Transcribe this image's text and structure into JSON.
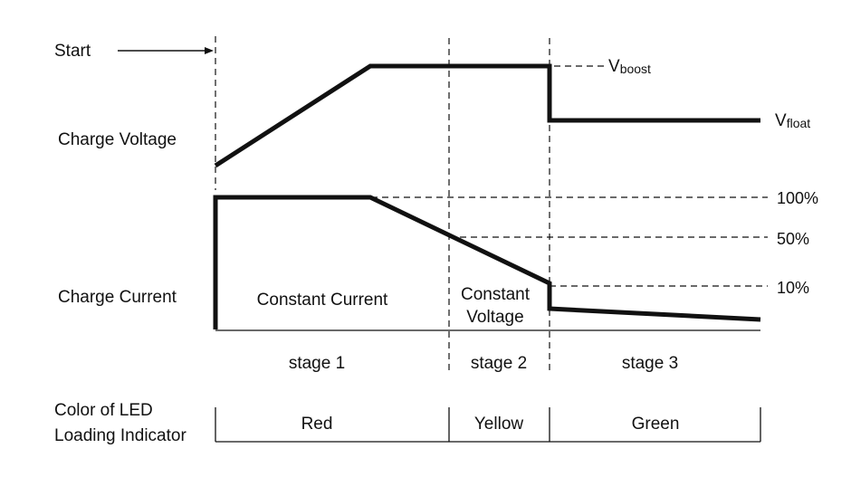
{
  "labels": {
    "start": "Start",
    "charge_voltage": "Charge Voltage",
    "charge_current": "Charge Current",
    "constant_current": "Constant Current",
    "constant_voltage_line1": "Constant",
    "constant_voltage_line2": "Voltage",
    "led_line1": "Color of LED",
    "led_line2": "Loading Indicator"
  },
  "voltage_levels": {
    "boost_main": "V",
    "boost_sub": "boost",
    "float_main": "V",
    "float_sub": "float"
  },
  "current_levels": [
    "100%",
    "50%",
    "10%"
  ],
  "stages": [
    "stage 1",
    "stage 2",
    "stage 3"
  ],
  "led_colors": [
    "Red",
    "Yellow",
    "Green"
  ]
}
